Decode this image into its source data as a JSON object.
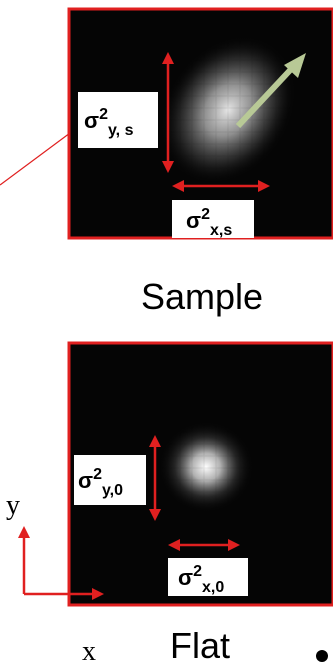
{
  "panels": [
    {
      "caption": "Sample",
      "sigma_y_label": "σ²y, s",
      "sigma_x_label": "σ²x,s"
    },
    {
      "caption": "Flat",
      "sigma_y_label": "σ²y,0",
      "sigma_x_label": "σ²x,0"
    }
  ],
  "axes": {
    "x_label": "x",
    "y_label": "y"
  },
  "colors": {
    "frame": "#e02020",
    "arrow": "#e02020",
    "direction_arrow": "#b8c996",
    "label_box": "#ffffff"
  }
}
